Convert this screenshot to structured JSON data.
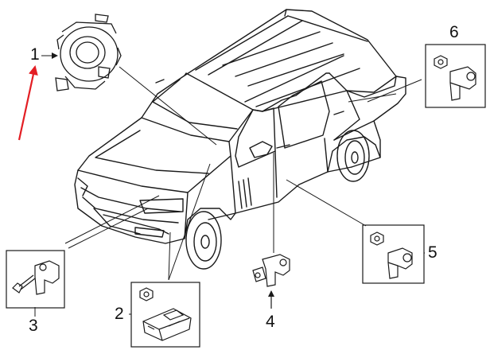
{
  "diagram": {
    "callouts": [
      {
        "id": "1",
        "label": "1"
      },
      {
        "id": "2",
        "label": "2"
      },
      {
        "id": "3",
        "label": "3"
      },
      {
        "id": "4",
        "label": "4"
      },
      {
        "id": "5",
        "label": "5"
      },
      {
        "id": "6",
        "label": "6"
      }
    ],
    "colors": {
      "line": "#1a1a1a",
      "highlight_arrow": "#e31e24",
      "background": "#ffffff"
    }
  }
}
